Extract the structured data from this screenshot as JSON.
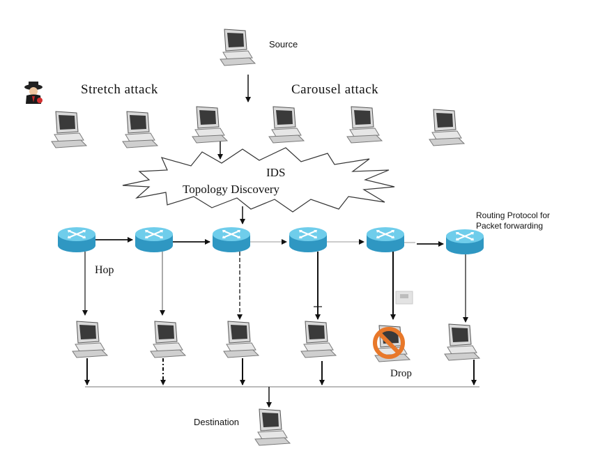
{
  "labels": {
    "source": "Source",
    "stretch_attack": "Stretch  attack",
    "carousel_attack": "Carousel  attack",
    "ids": "IDS",
    "topology_discovery": "Topology Discovery",
    "routing_protocol_line1": "Routing Protocol for",
    "routing_protocol_line2": "Packet forwarding",
    "hop": "Hop",
    "drop": "Drop",
    "destination": "Destination"
  },
  "colors": {
    "router_body": "#39a9d4",
    "router_top": "#6fcdeb",
    "computer_screen": "#3a3a3a",
    "drop_sign": "#e8782a",
    "edge": "#111111"
  },
  "icons": {
    "computer": "desktop-computer-icon",
    "router": "router-icon",
    "attacker": "spy-attacker-icon",
    "blocked": "prohibited-sign-icon",
    "packet": "packet-icon"
  }
}
